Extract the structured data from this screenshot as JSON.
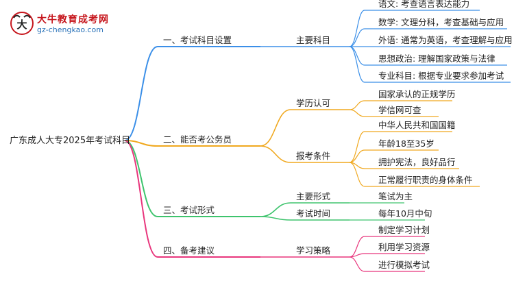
{
  "brand": {
    "mark_char": "大",
    "name": "大牛教育成考网",
    "url": "gz-chengkao.com"
  },
  "root": "广东成人大专2025年考试科目",
  "branches": [
    {
      "label": "一、考试科目设置",
      "color": "#3b8fe8",
      "groups": [
        {
          "label": "主要科目",
          "leaves": [
            "语文: 考查语言表达能力",
            "数学: 文理分科，考查基础与应用",
            "外语: 通常为英语，考查理解与应用",
            "思想政治: 理解国家政策与法律",
            "专业科目: 根据专业要求参加考试"
          ]
        }
      ]
    },
    {
      "label": "二、能否考公务员",
      "color": "#f0a81e",
      "groups": [
        {
          "label": "学历认可",
          "leaves": [
            "国家承认的正规学历",
            "学信网可查"
          ]
        },
        {
          "label": "报考条件",
          "leaves": [
            "中华人民共和国国籍",
            "年龄18至35岁",
            "拥护宪法，良好品行",
            "正常履行职责的身体条件"
          ]
        }
      ]
    },
    {
      "label": "三、考试形式",
      "color": "#3ec46d",
      "groups": [
        {
          "label": "主要形式",
          "leaves": [
            "笔试为主"
          ]
        },
        {
          "label": "考试时间",
          "leaves": [
            "每年10月中旬"
          ]
        }
      ]
    },
    {
      "label": "四、备考建议",
      "color": "#e8357c",
      "groups": [
        {
          "label": "学习策略",
          "leaves": [
            "制定学习计划",
            "利用学习资源",
            "进行模拟考试"
          ]
        }
      ]
    }
  ]
}
